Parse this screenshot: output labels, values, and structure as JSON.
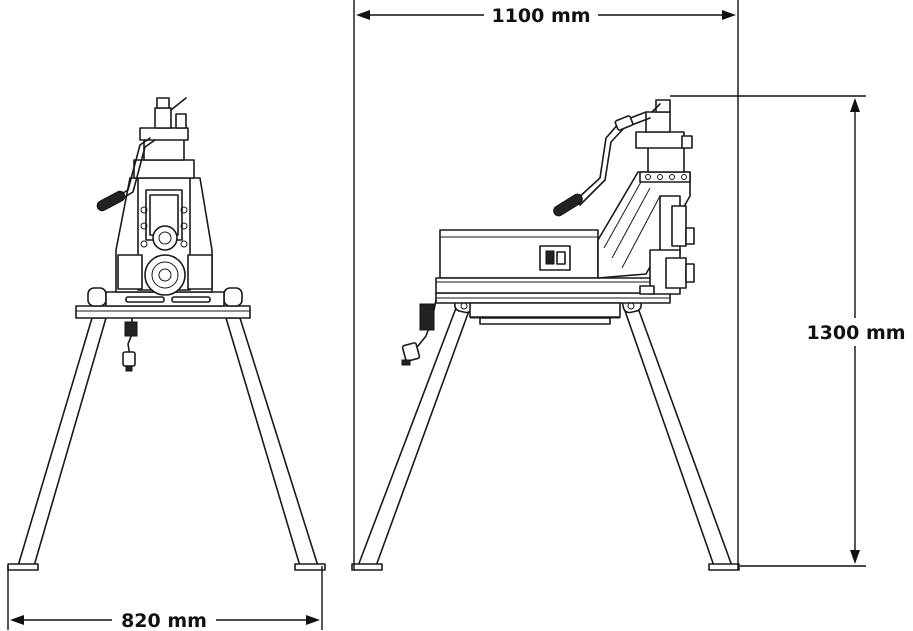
{
  "dimensions": {
    "width_side": "1100 mm",
    "height_side": "1300 mm",
    "width_front": "820 mm"
  },
  "colors": {
    "line": "#1a1a1a",
    "grip": "#222222",
    "background": "#ffffff"
  }
}
